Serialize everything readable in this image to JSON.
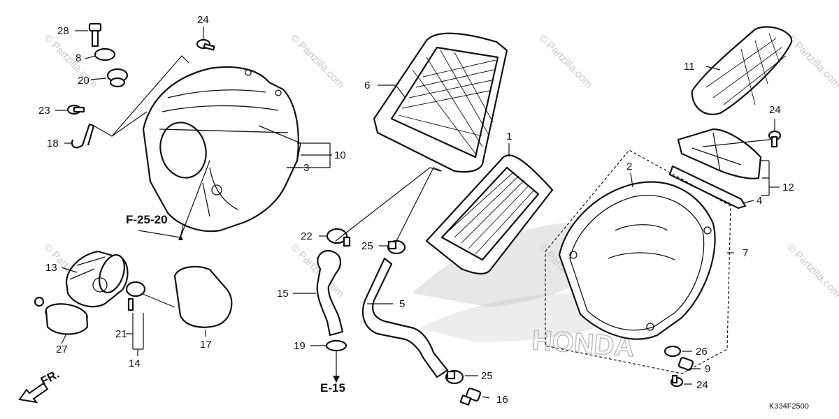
{
  "watermark": {
    "text": "© Partzilla.com",
    "color": "#c9c9c9"
  },
  "brand_watermark": "HONDA",
  "diagram_code": "K334F2500",
  "direction_label": "FR.",
  "callouts": [
    "1",
    "2",
    "3",
    "4",
    "5",
    "6",
    "7",
    "8",
    "9",
    "10",
    "11",
    "12",
    "13",
    "14",
    "15",
    "16",
    "17",
    "18",
    "19",
    "20",
    "21",
    "22",
    "23",
    "24",
    "25",
    "26",
    "27",
    "28"
  ],
  "references": [
    "F-25-20",
    "E-15"
  ],
  "colors": {
    "line": "#111111",
    "background": "#ffffff",
    "logo": "#b9b9b9"
  }
}
